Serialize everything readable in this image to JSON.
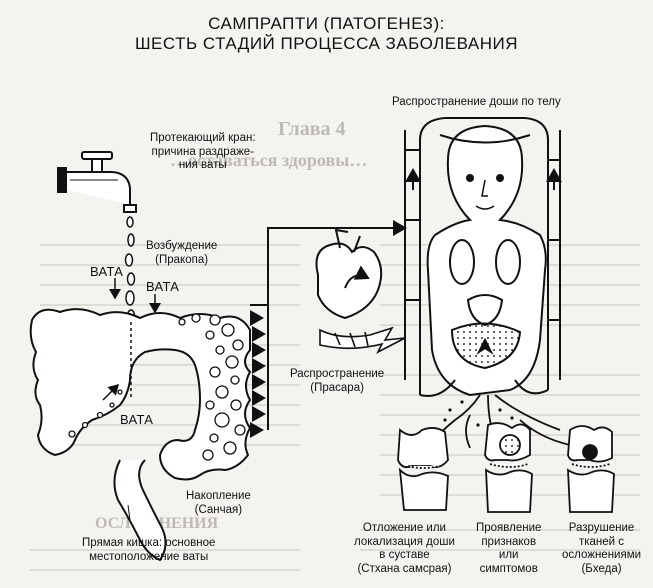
{
  "title_line1": "САМПРАПТИ (ПАТОГЕНЕЗ):",
  "title_line2": "ШЕСТЬ СТАДИЙ ПРОЦЕССА ЗАБОЛЕВАНИЯ",
  "labels": {
    "tap": [
      "Протекающий кран:",
      "причина раздраже-",
      "ния ваты"
    ],
    "provocation": [
      "Возбуждение",
      "(Пракопа)"
    ],
    "vata1": "ВАТА",
    "vata2": "ВАТА",
    "vata3": "ВАТА",
    "spread_body": "Распространение доши по телу",
    "spread": [
      "Распространение",
      "(Прасара)"
    ],
    "accumulation": [
      "Накопление",
      "(Санчая)"
    ],
    "rectum": [
      "Прямая кишка: основное",
      "местоположение ваты"
    ],
    "stage4": [
      "Отложение или",
      "локализация доши",
      "в суставе",
      "(Стхана самсрая)"
    ],
    "stage5": [
      "Проявление",
      "признаков",
      "или",
      "симптомов"
    ],
    "stage6": [
      "Разрушение",
      "тканей с",
      "осложнениями",
      "(Бхеда)"
    ]
  },
  "background_page": {
    "heading": "Глава 4",
    "subheading": "…оставаться здоровы…",
    "section": "ОСЛОЖНЕНИЯ"
  }
}
